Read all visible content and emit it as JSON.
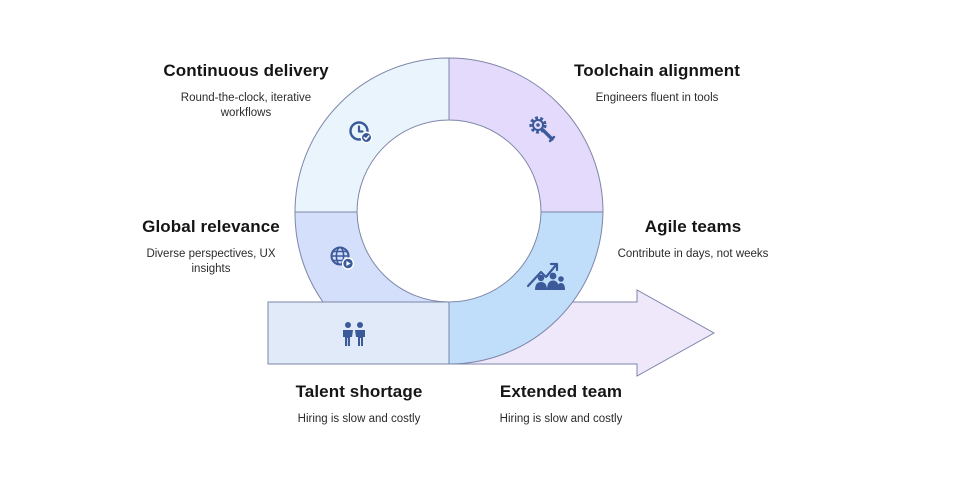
{
  "colors": {
    "stroke": "#7d86a8",
    "icon": "#3c5a9a",
    "continuous_delivery": "#eaf4fd",
    "toolchain_alignment": "#e4dafb",
    "global_relevance": "#d4e0fb",
    "agile_teams": "#c0def9",
    "talent_shortage": "#e0eaf8",
    "extended_team": "#efe8fb"
  },
  "stages": {
    "continuous_delivery": {
      "title": "Continuous delivery",
      "desc": "Round-the-clock, iterative workflows",
      "icon": "clock-check-icon"
    },
    "toolchain_alignment": {
      "title": "Toolchain alignment",
      "desc": "Engineers fluent in tools",
      "icon": "gear-wrench-icon"
    },
    "global_relevance": {
      "title": "Global relevance",
      "desc": "Diverse perspectives, UX insights",
      "icon": "globe-play-icon"
    },
    "agile_teams": {
      "title": "Agile teams",
      "desc": "Contribute in days, not weeks",
      "icon": "team-growth-icon"
    },
    "talent_shortage": {
      "title": "Talent shortage",
      "desc": "Hiring is slow and costly",
      "icon": "two-people-icon"
    },
    "extended_team": {
      "title": "Extended team",
      "desc": "Hiring is slow and costly"
    }
  }
}
